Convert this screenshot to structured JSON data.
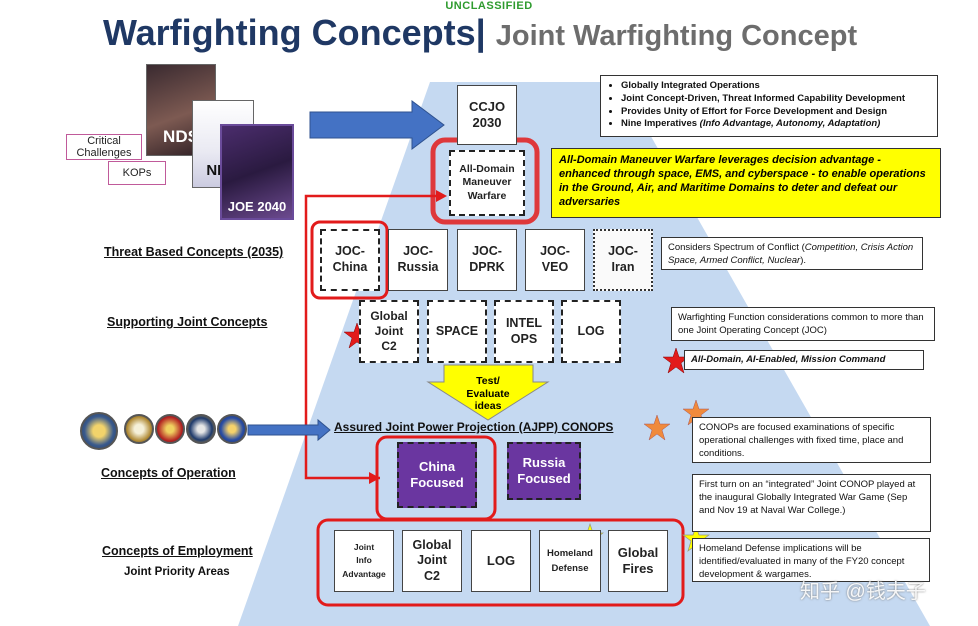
{
  "classification": "UNCLASSIFIED",
  "title": {
    "main": "Warfighting Concepts|",
    "sub": "Joint Warfighting Concept"
  },
  "documents": {
    "nds": "NDS",
    "nms": "NMS",
    "joe": "JOE 2040"
  },
  "labels": {
    "critical_challenges": "Critical Challenges",
    "kops": "KOPs"
  },
  "top": {
    "ccjo_line1": "CCJO",
    "ccjo_line2": "2030",
    "adm_line1": "All-Domain",
    "adm_line2": "Maneuver",
    "adm_line3": "Warfare"
  },
  "top_bullets": [
    "Globally Integrated Operations",
    "Joint Concept-Driven, Threat Informed Capability Development",
    "Provides Unity of Effort for Force Development and Design",
    "Nine Imperatives "
  ],
  "top_bullets_tail": "(Info Advantage, Autonomy, Adaptation)",
  "yellow_note": "All-Domain Maneuver Warfare leverages decision advantage - enhanced through space, EMS, and cyberspace - to enable operations in the Ground, Air, and Maritime Domains to deter and defeat our adversaries",
  "rows": {
    "threat": "Threat Based Concepts (2035)",
    "supporting": "Supporting Joint Concepts",
    "operation": "Concepts of Operation",
    "employment": "Concepts of Employment",
    "priority": "Joint Priority Areas"
  },
  "joc": [
    {
      "l1": "JOC-",
      "l2": "China"
    },
    {
      "l1": "JOC-",
      "l2": "Russia"
    },
    {
      "l1": "JOC-",
      "l2": "DPRK"
    },
    {
      "l1": "JOC-",
      "l2": "VEO"
    },
    {
      "l1": "JOC-",
      "l2": "Iran"
    }
  ],
  "supporting": [
    {
      "l1": "Global",
      "l2": "Joint",
      "l3": "C2"
    },
    {
      "l1": "SPACE"
    },
    {
      "l1": "INTEL",
      "l2": "OPS"
    },
    {
      "l1": "LOG"
    }
  ],
  "test_arrow": {
    "l1": "Test/",
    "l2": "Evaluate",
    "l3": "ideas"
  },
  "ajpp": "Assured Joint Power Projection (AJPP) CONOPS",
  "conops": [
    {
      "l1": "China",
      "l2": "Focused"
    },
    {
      "l1": "Russia",
      "l2": "Focused"
    }
  ],
  "employment": [
    {
      "l1": "Joint",
      "l2": "Info",
      "l3": "Advantage"
    },
    {
      "l1": "Global",
      "l2": "Joint",
      "l3": "C2"
    },
    {
      "l1": "LOG"
    },
    {
      "l1": "Homeland",
      "l2": "Defense"
    },
    {
      "l1": "Global",
      "l2": "Fires"
    }
  ],
  "notes": {
    "spectrum_a": "Considers Spectrum of Conflict (",
    "spectrum_b": "Competition, Crisis Action Space, Armed Conflict, Nuclear",
    "spectrum_c": ").",
    "wff": "Warfighting Function considerations common to more than one Joint Operating Concept (JOC)",
    "star_red": "All-Domain, AI-Enabled, Mission Command",
    "conops": "CONOPs are focused examinations of specific operational challenges with fixed time, place and conditions.",
    "first_turn": "First turn on an “integrated” Joint CONOP played at the inaugural Globally Integrated War Game (Sep and Nov 19 at Naval War College.)",
    "homeland": "Homeland Defense implications will be identified/evaluated in many of the FY20 concept development & wargames."
  },
  "watermark": "知乎 @钱夫子",
  "colors": {
    "title": "#1f3864",
    "arrow_blue": "#4472c4",
    "red": "#e21b1b",
    "yellow": "#ffff00",
    "purple": "#6a36a0",
    "trapezoid": "#c5d9f1"
  }
}
